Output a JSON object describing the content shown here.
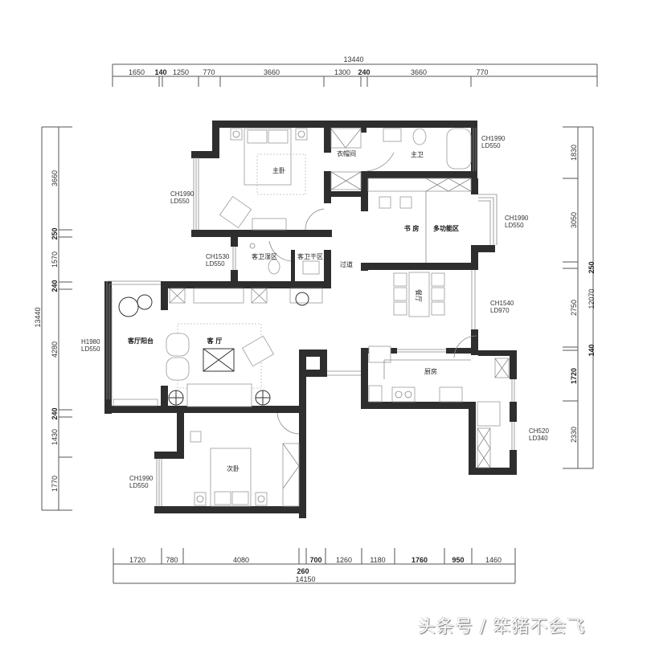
{
  "dimensions": {
    "top_total": "13440",
    "top": [
      "1650",
      "140",
      "1250",
      "770",
      "3660",
      "1300",
      "240",
      "3660",
      "770"
    ],
    "left_total": "13440",
    "left": [
      "3660",
      "250",
      "1570",
      "240",
      "4280",
      "240",
      "1430",
      "1770"
    ],
    "right_total": "12070",
    "right": [
      "1830",
      "3050",
      "250",
      "2750",
      "140",
      "1720",
      "2330"
    ],
    "bottom_total": "14150",
    "bottom_mid": "260",
    "bottom": [
      "1720",
      "780",
      "4080",
      "700",
      "1260",
      "1180",
      "1760",
      "950",
      "1460"
    ]
  },
  "rooms": {
    "master_bedroom": "主卧",
    "walk_in_closet": "衣帽间",
    "master_bath": "主卫",
    "study": "书 房",
    "multi_function": "多功能区",
    "guest_bath_wet": "客卫湿区",
    "guest_bath_dry": "客卫干区",
    "corridor": "过道",
    "dining": "餐厅",
    "living_balcony": "客厅阳台",
    "living_room": "客 厅",
    "kitchen": "厨房",
    "second_bedroom": "次卧"
  },
  "window_notes": {
    "master_bath": {
      "ch": "CH1990",
      "ld": "LD550"
    },
    "master_bedroom": {
      "ch": "CH1990",
      "ld": "LD550"
    },
    "multi_function": {
      "ch": "CH1990",
      "ld": "LD550"
    },
    "guest_bath": {
      "ch": "CH1530",
      "ld": "LD550"
    },
    "dining": {
      "ch": "CH1540",
      "ld": "LD970"
    },
    "living_balcony": {
      "ch": "H1980",
      "ld": "LD550"
    },
    "kitchen": {
      "ch": "CH520",
      "ld": "LD340"
    },
    "second_bedroom": {
      "ch": "CH1990",
      "ld": "LD550"
    }
  },
  "watermark": "头条号 / 笨猪不会飞"
}
